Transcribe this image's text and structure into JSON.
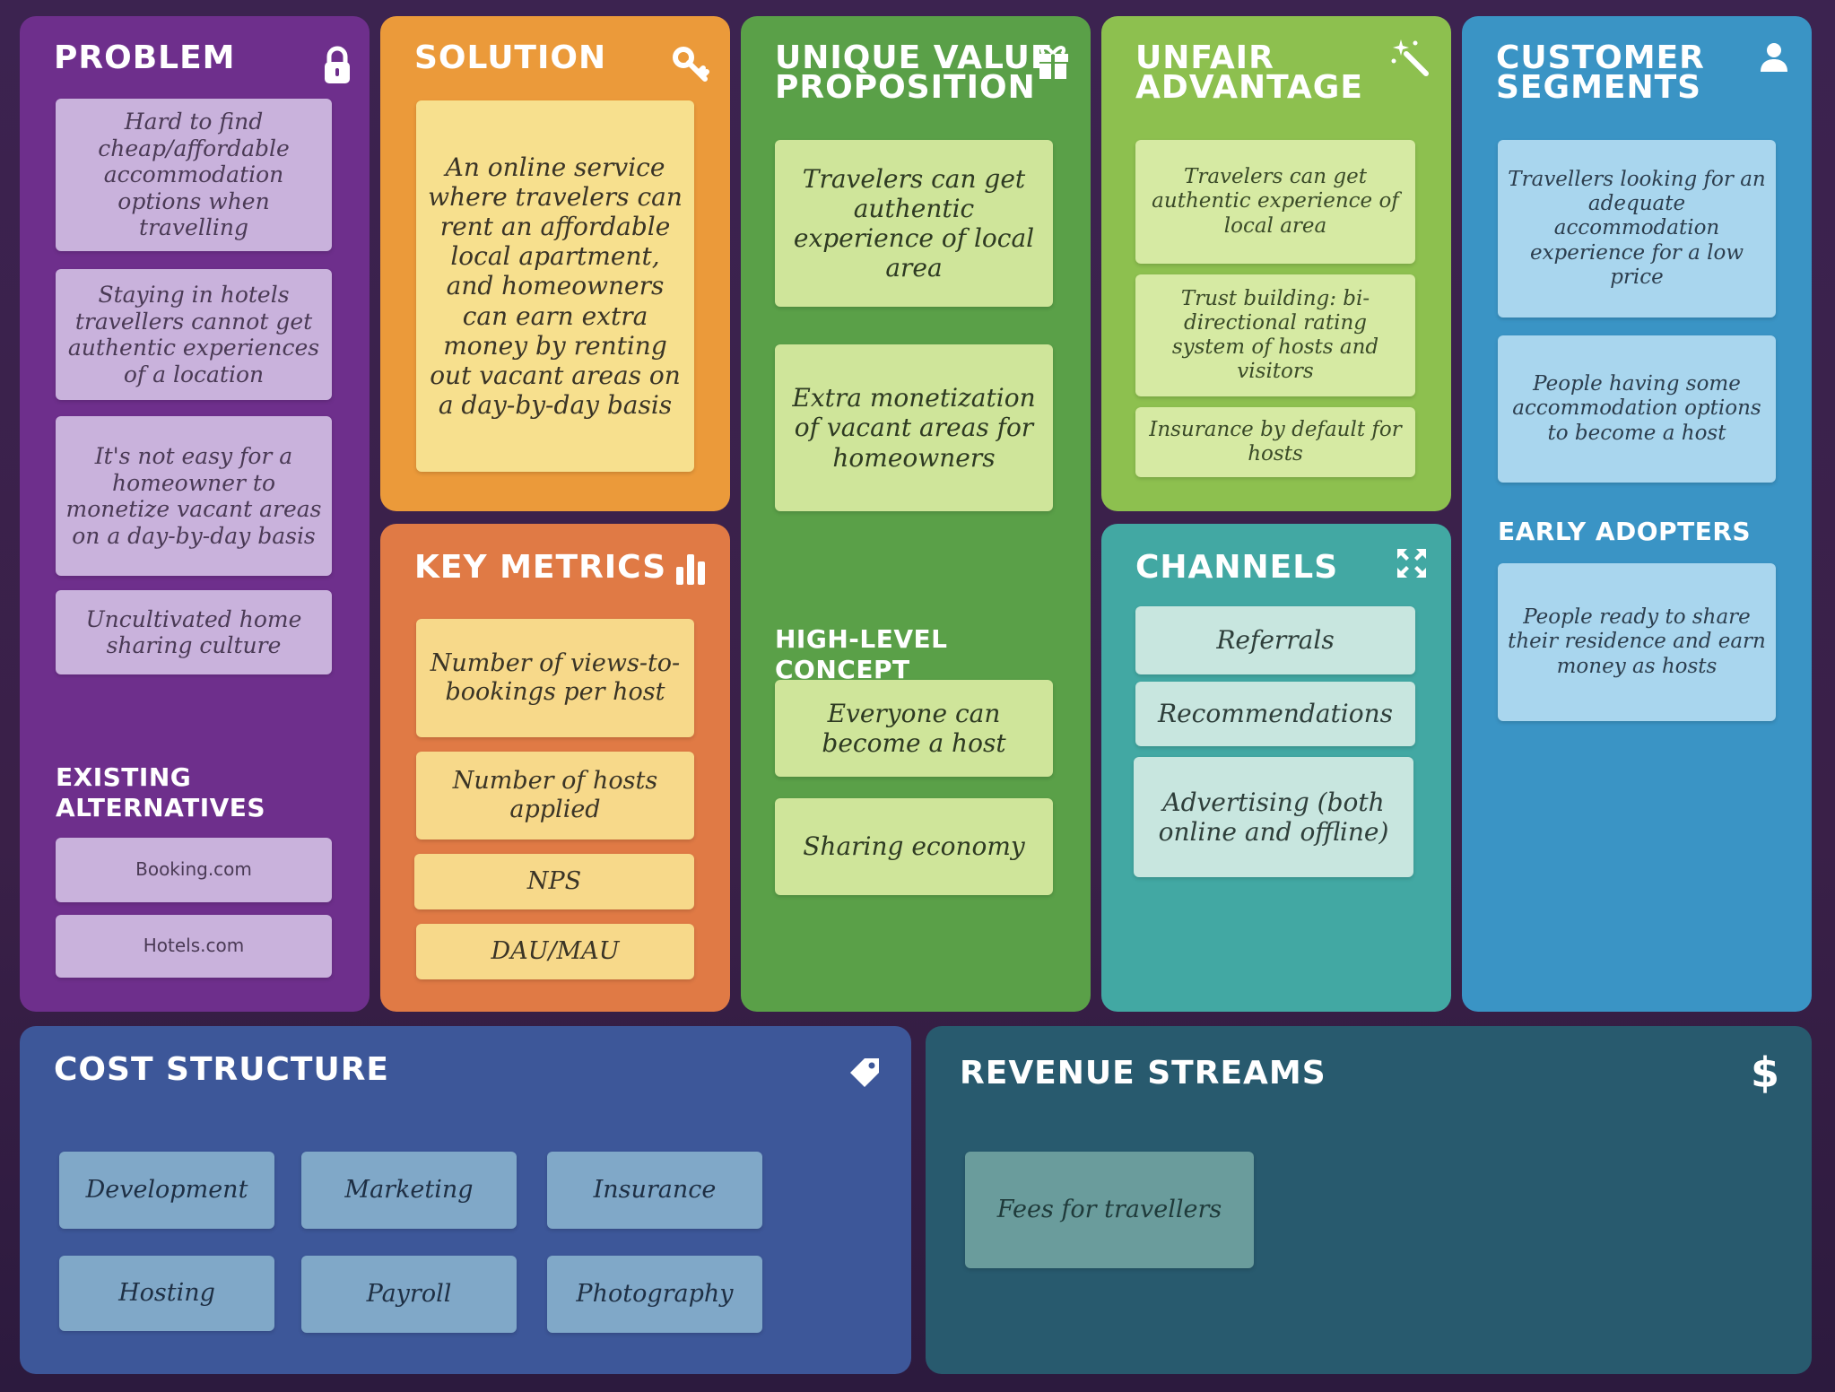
{
  "problem": {
    "title": "PROBLEM",
    "icon": "lock-icon",
    "notes": [
      "Hard to find cheap/affordable accommodation options when travelling",
      "Staying in hotels travellers cannot get authentic experiences of a location",
      "It's not easy for a homeowner to monetize vacant areas on a day-by-day basis",
      "Uncultivated home sharing culture"
    ],
    "alternatives_title": "EXISTING\nALTERNATIVES",
    "alternatives": [
      "Booking.com",
      "Hotels.com"
    ]
  },
  "solution": {
    "title": "SOLUTION",
    "icon": "key-icon",
    "notes": [
      "An online service where travelers can rent an affordable local apartment, and homeowners can earn extra money by renting out vacant areas on a day-by-day basis"
    ]
  },
  "key_metrics": {
    "title": "KEY METRICS",
    "icon": "bar-chart-icon",
    "notes": [
      "Number of views-to-bookings per host",
      "Number of hosts applied",
      "NPS",
      "DAU/MAU"
    ]
  },
  "uvp": {
    "title": "UNIQUE VALUE\nPROPOSITION",
    "icon": "gift-icon",
    "notes": [
      "Travelers can get authentic experience of local area",
      "Extra monetization of vacant areas for homeowners"
    ],
    "concept_title": "HIGH-LEVEL CONCEPT",
    "concept_notes": [
      "Everyone can become a host",
      "Sharing economy"
    ]
  },
  "unfair_advantage": {
    "title": "UNFAIR\nADVANTAGE",
    "icon": "magic-wand-icon",
    "notes": [
      "Travelers can get authentic experience of local area",
      "Trust building: bi-directional rating system of hosts and visitors",
      "Insurance by default for hosts"
    ]
  },
  "channels": {
    "title": "CHANNELS",
    "icon": "expand-icon",
    "notes": [
      "Referrals",
      "Recommendations",
      "Advertising (both online and offline)"
    ]
  },
  "customer_segments": {
    "title": "CUSTOMER\nSEGMENTS",
    "icon": "user-icon",
    "notes": [
      "Travellers looking for an adequate accommodation experience for a low price",
      "People having some accommodation options to become a host"
    ],
    "early_title": "EARLY ADOPTERS",
    "early_notes": [
      "People ready to share their residence and earn money as hosts"
    ]
  },
  "cost_structure": {
    "title": "COST STRUCTURE",
    "icon": "tag-icon",
    "notes": [
      "Development",
      "Marketing",
      "Insurance",
      "Hosting",
      "Payroll",
      "Photography"
    ]
  },
  "revenue_streams": {
    "title": "REVENUE STREAMS",
    "icon": "dollar-icon",
    "notes": [
      "Fees for travellers"
    ]
  },
  "colors": {
    "problem": "#6e2f8c",
    "solution": "#eb9a3a",
    "key_metrics": "#e07a45",
    "uvp": "#5aa048",
    "unfair_advantage": "#8dc04f",
    "channels": "#42a8a3",
    "customer_segments": "#3a94c5",
    "cost_structure": "#3d5799",
    "revenue_streams": "#285a6e"
  }
}
